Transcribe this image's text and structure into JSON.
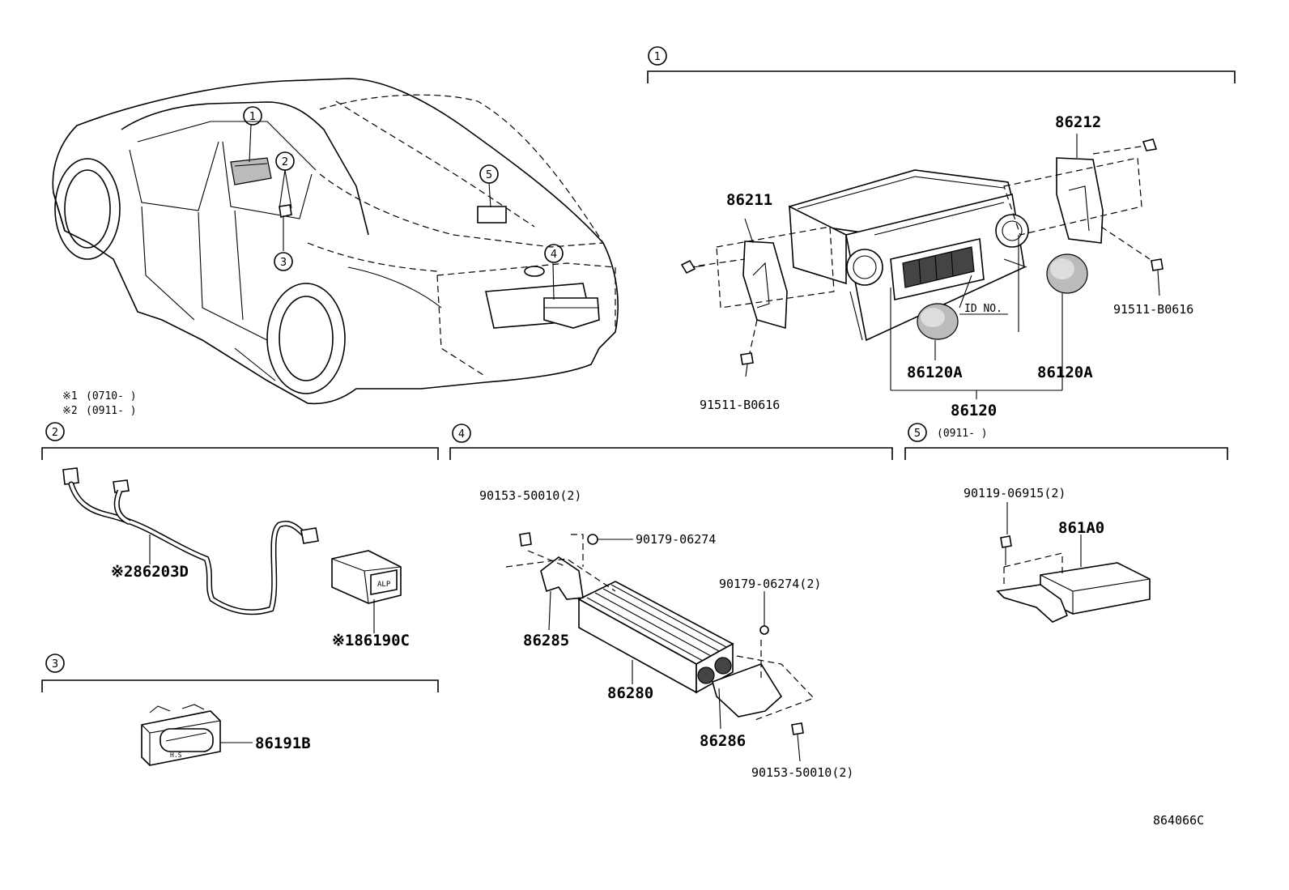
{
  "footnotes": [
    {
      "mark": "※1",
      "range": "(0710-        )"
    },
    {
      "mark": "※2",
      "range": "(0911-        )"
    }
  ],
  "callouts": {
    "c1": "1",
    "c2": "2",
    "c3": "3",
    "c4": "4",
    "c5": "5"
  },
  "group1": {
    "number": "1",
    "parts": {
      "p86212": "86212",
      "p86211": "86211",
      "p91511a": "91511-B0616",
      "p91511b": "91511-B0616",
      "id_no": "ID NO.",
      "p86120a_left": "86120A",
      "p86120a_right": "86120A",
      "p86120": "86120"
    }
  },
  "group2": {
    "number": "2",
    "parts": {
      "p86203d": "※286203D",
      "p86190c": "※186190C"
    }
  },
  "group3": {
    "number": "3",
    "parts": {
      "p86191b": "86191B"
    }
  },
  "group4": {
    "number": "4",
    "parts": {
      "p90153a": "90153-50010(2)",
      "p90179a": "90179-06274",
      "p90179b": "90179-06274(2)",
      "p86285": "86285",
      "p86280": "86280",
      "p86286": "86286",
      "p90153b": "90153-50010(2)"
    }
  },
  "group5": {
    "number": "5",
    "range": "(0911-        )",
    "parts": {
      "p90119": "90119-06915(2)",
      "p861a0": "861A0"
    }
  },
  "switch_labels": {
    "alp": "ALP",
    "h": "H.S"
  },
  "diagram_id": "864066C"
}
